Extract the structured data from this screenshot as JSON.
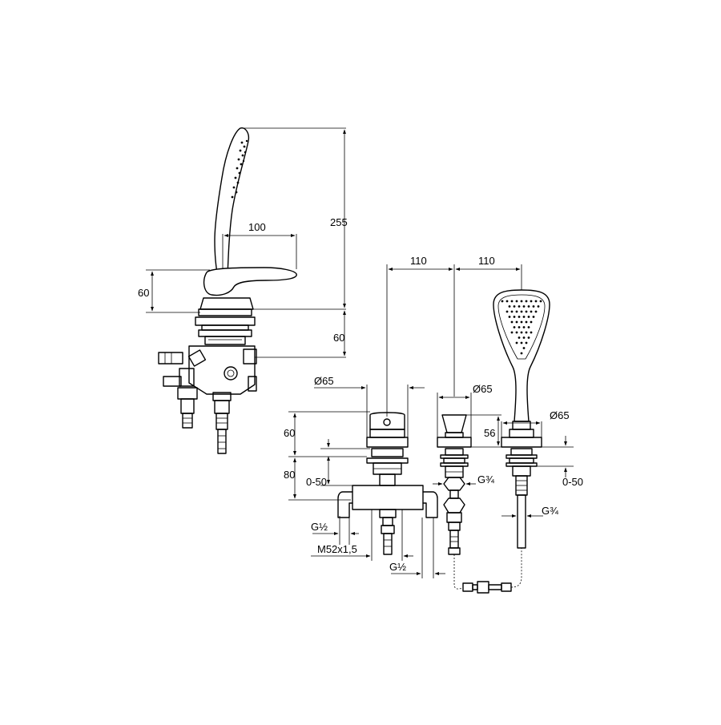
{
  "dimensions": {
    "side_view": {
      "reach": "100",
      "total_height": "255",
      "handle_height": "60",
      "below_deck": "60"
    },
    "front_view": {
      "spacing_left": "110",
      "spacing_right": "110",
      "diameter_mixer": "Ø65",
      "diameter_diverter": "Ø65",
      "diameter_shower": "Ø65",
      "mixer_height": "60",
      "mixer_body": "80",
      "mixer_deck_range": "0-50",
      "diverter_height": "56",
      "diverter_thread": "G¾",
      "shower_thread": "G¾",
      "shower_deck_range": "0-50",
      "inlet_left": "G½",
      "inlet_right": "G½",
      "mount_thread": "M52x1,5"
    }
  }
}
